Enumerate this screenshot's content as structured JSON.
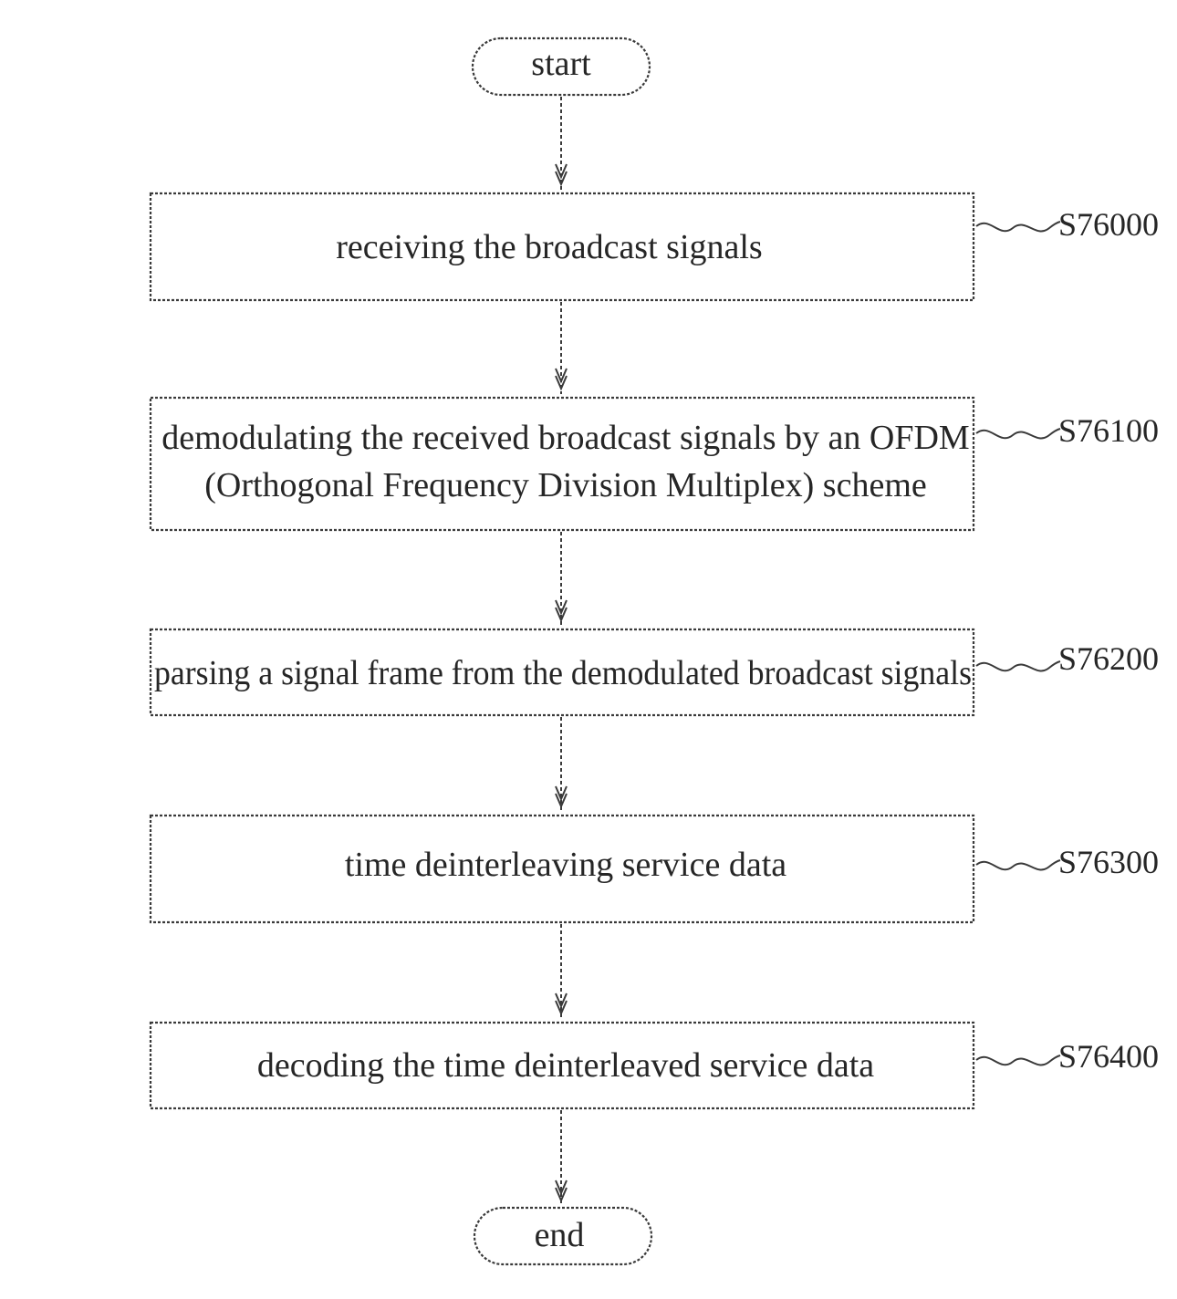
{
  "flowchart": {
    "start_label": "start",
    "end_label": "end",
    "steps": [
      {
        "id": "S76000",
        "lines": [
          "receiving the broadcast signals"
        ]
      },
      {
        "id": "S76100",
        "lines": [
          "demodulating the received broadcast signals by an OFDM",
          "(Orthogonal Frequency Division Multiplex) scheme"
        ]
      },
      {
        "id": "S76200",
        "lines": [
          "parsing a signal frame from the demodulated broadcast signals"
        ]
      },
      {
        "id": "S76300",
        "lines": [
          "time deinterleaving service data"
        ]
      },
      {
        "id": "S76400",
        "lines": [
          "decoding the time deinterleaved service data"
        ]
      }
    ]
  }
}
